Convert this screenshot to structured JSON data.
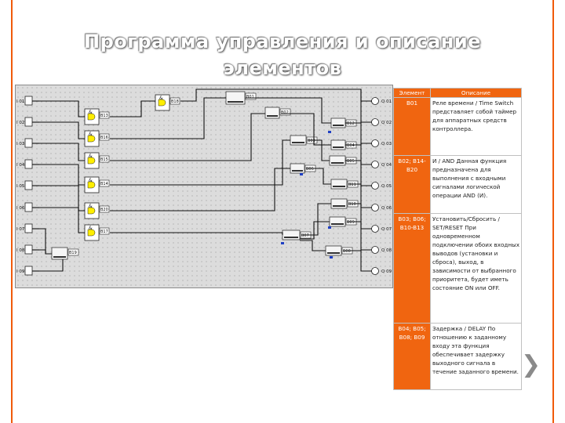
{
  "slide": {
    "title": "Программа управления и описание элементов",
    "next_icon": "chevron-right-icon"
  },
  "diagram": {
    "inputs": [
      "I 01",
      "I 02",
      "I 03",
      "I 04",
      "I 05",
      "I 06",
      "I 07",
      "I 08",
      "I 09"
    ],
    "outputs": [
      "Q 01",
      "Q 02",
      "Q 03",
      "Q 04",
      "Q 05",
      "Q 06",
      "Q 07",
      "Q 08",
      "Q 09"
    ],
    "and_labels": [
      "B13",
      "B16",
      "B15",
      "B14",
      "B20",
      "B17",
      "B18"
    ],
    "block_labels": [
      "B19",
      "B01",
      "B02",
      "B03",
      "B04",
      "B05",
      "B06",
      "B07",
      "B08",
      "B09",
      "B10",
      "B11",
      "B12"
    ],
    "and_symbol": "&",
    "colors": {
      "wire": "#111111",
      "block": "#f5f5f5",
      "and_fill": "#ffee00",
      "accent": "#1f3fc4"
    }
  },
  "table": {
    "headers": [
      "Элемент",
      "Описание"
    ],
    "rows": [
      {
        "element": "B01",
        "description": "Реле времени / Time Switch представляет собой таймер для аппаратных средств контроллера."
      },
      {
        "element": "B02; B14-B20",
        "description": "И / AND Данная функция предназначена для выполнения с входными сигналами логической операции AND (И)."
      },
      {
        "element": "B03; B06; B10-B13",
        "description": "Установить/Сбросить / SET/RESET При одновременном подключении обоих входных выводов (установки и сброса), выход, в зависимости от выбранного приоритета, будет иметь состояние ON или OFF."
      },
      {
        "element": "B04; B05; B08; B09",
        "description": "Задержка / DELAY По отношению к заданному входу эта функция обеспечивает задержку выходного сигнала в течение заданного времени."
      }
    ]
  }
}
